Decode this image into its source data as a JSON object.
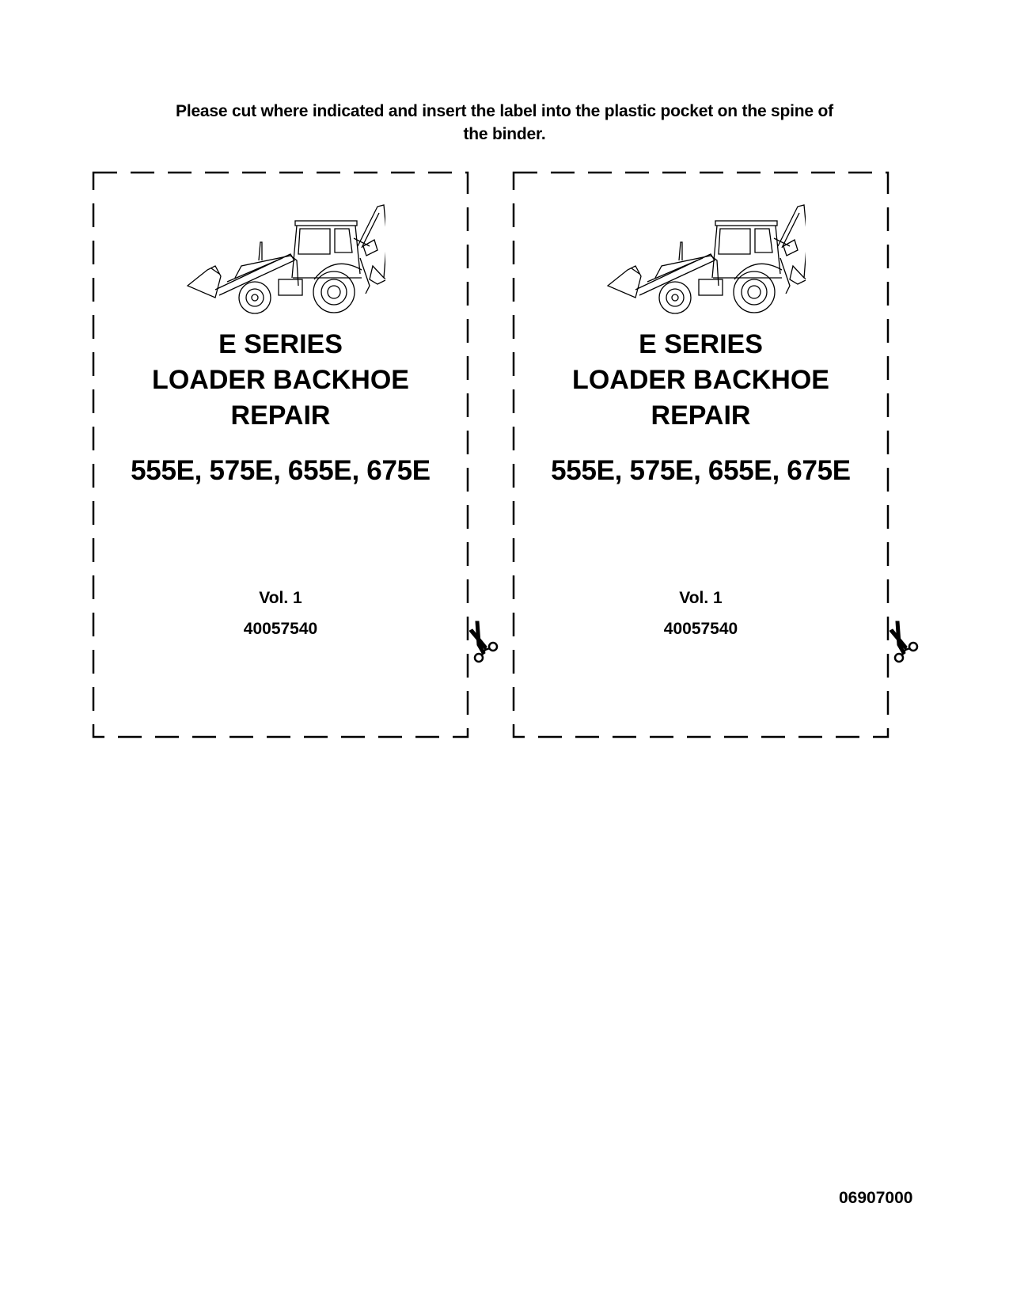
{
  "instructions": {
    "line1": "Please cut where indicated and insert the label into the plastic pocket on the spine of",
    "line2": "the binder."
  },
  "labels": [
    {
      "illustration": "loader-backhoe-illustration",
      "title_line1": "E SERIES",
      "title_line2": "LOADER BACKHOE",
      "title_line3": "REPAIR",
      "models": "555E, 575E, 655E, 675E",
      "volume": "Vol. 1",
      "part_number": "40057540",
      "cut_icon": "scissors-icon"
    },
    {
      "illustration": "loader-backhoe-illustration",
      "title_line1": "E SERIES",
      "title_line2": "LOADER BACKHOE",
      "title_line3": "REPAIR",
      "models": "555E, 575E, 655E, 675E",
      "volume": "Vol. 1",
      "part_number": "40057540",
      "cut_icon": "scissors-icon"
    }
  ],
  "footer": {
    "document_code": "06907000"
  }
}
